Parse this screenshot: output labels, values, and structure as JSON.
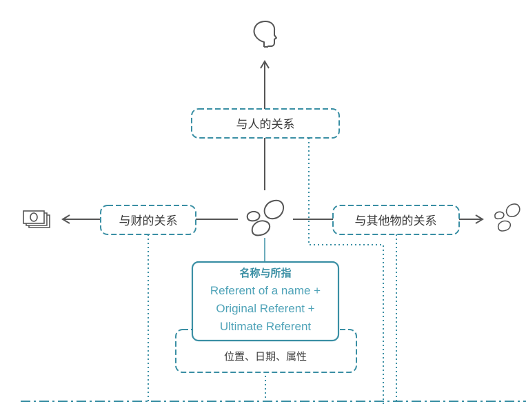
{
  "colors": {
    "accent": "#3a8fa4",
    "accent_text": "#4fa3b8",
    "line": "#555555",
    "text": "#3a3a3a"
  },
  "nodes": {
    "person_relation": "与人的关系",
    "wealth_relation": "与财的关系",
    "other_objects_relation": "与其他物的关系",
    "attributes": "位置、日期、属性"
  },
  "card": {
    "title": "名称与所指",
    "lines": [
      "Referent of a name +",
      "Original Referent +",
      "Ultimate Referent"
    ]
  },
  "icons": {
    "top": "person-head-icon",
    "left": "money-bills-icon",
    "center": "pebbles-icon",
    "right": "pebbles-small-icon"
  }
}
